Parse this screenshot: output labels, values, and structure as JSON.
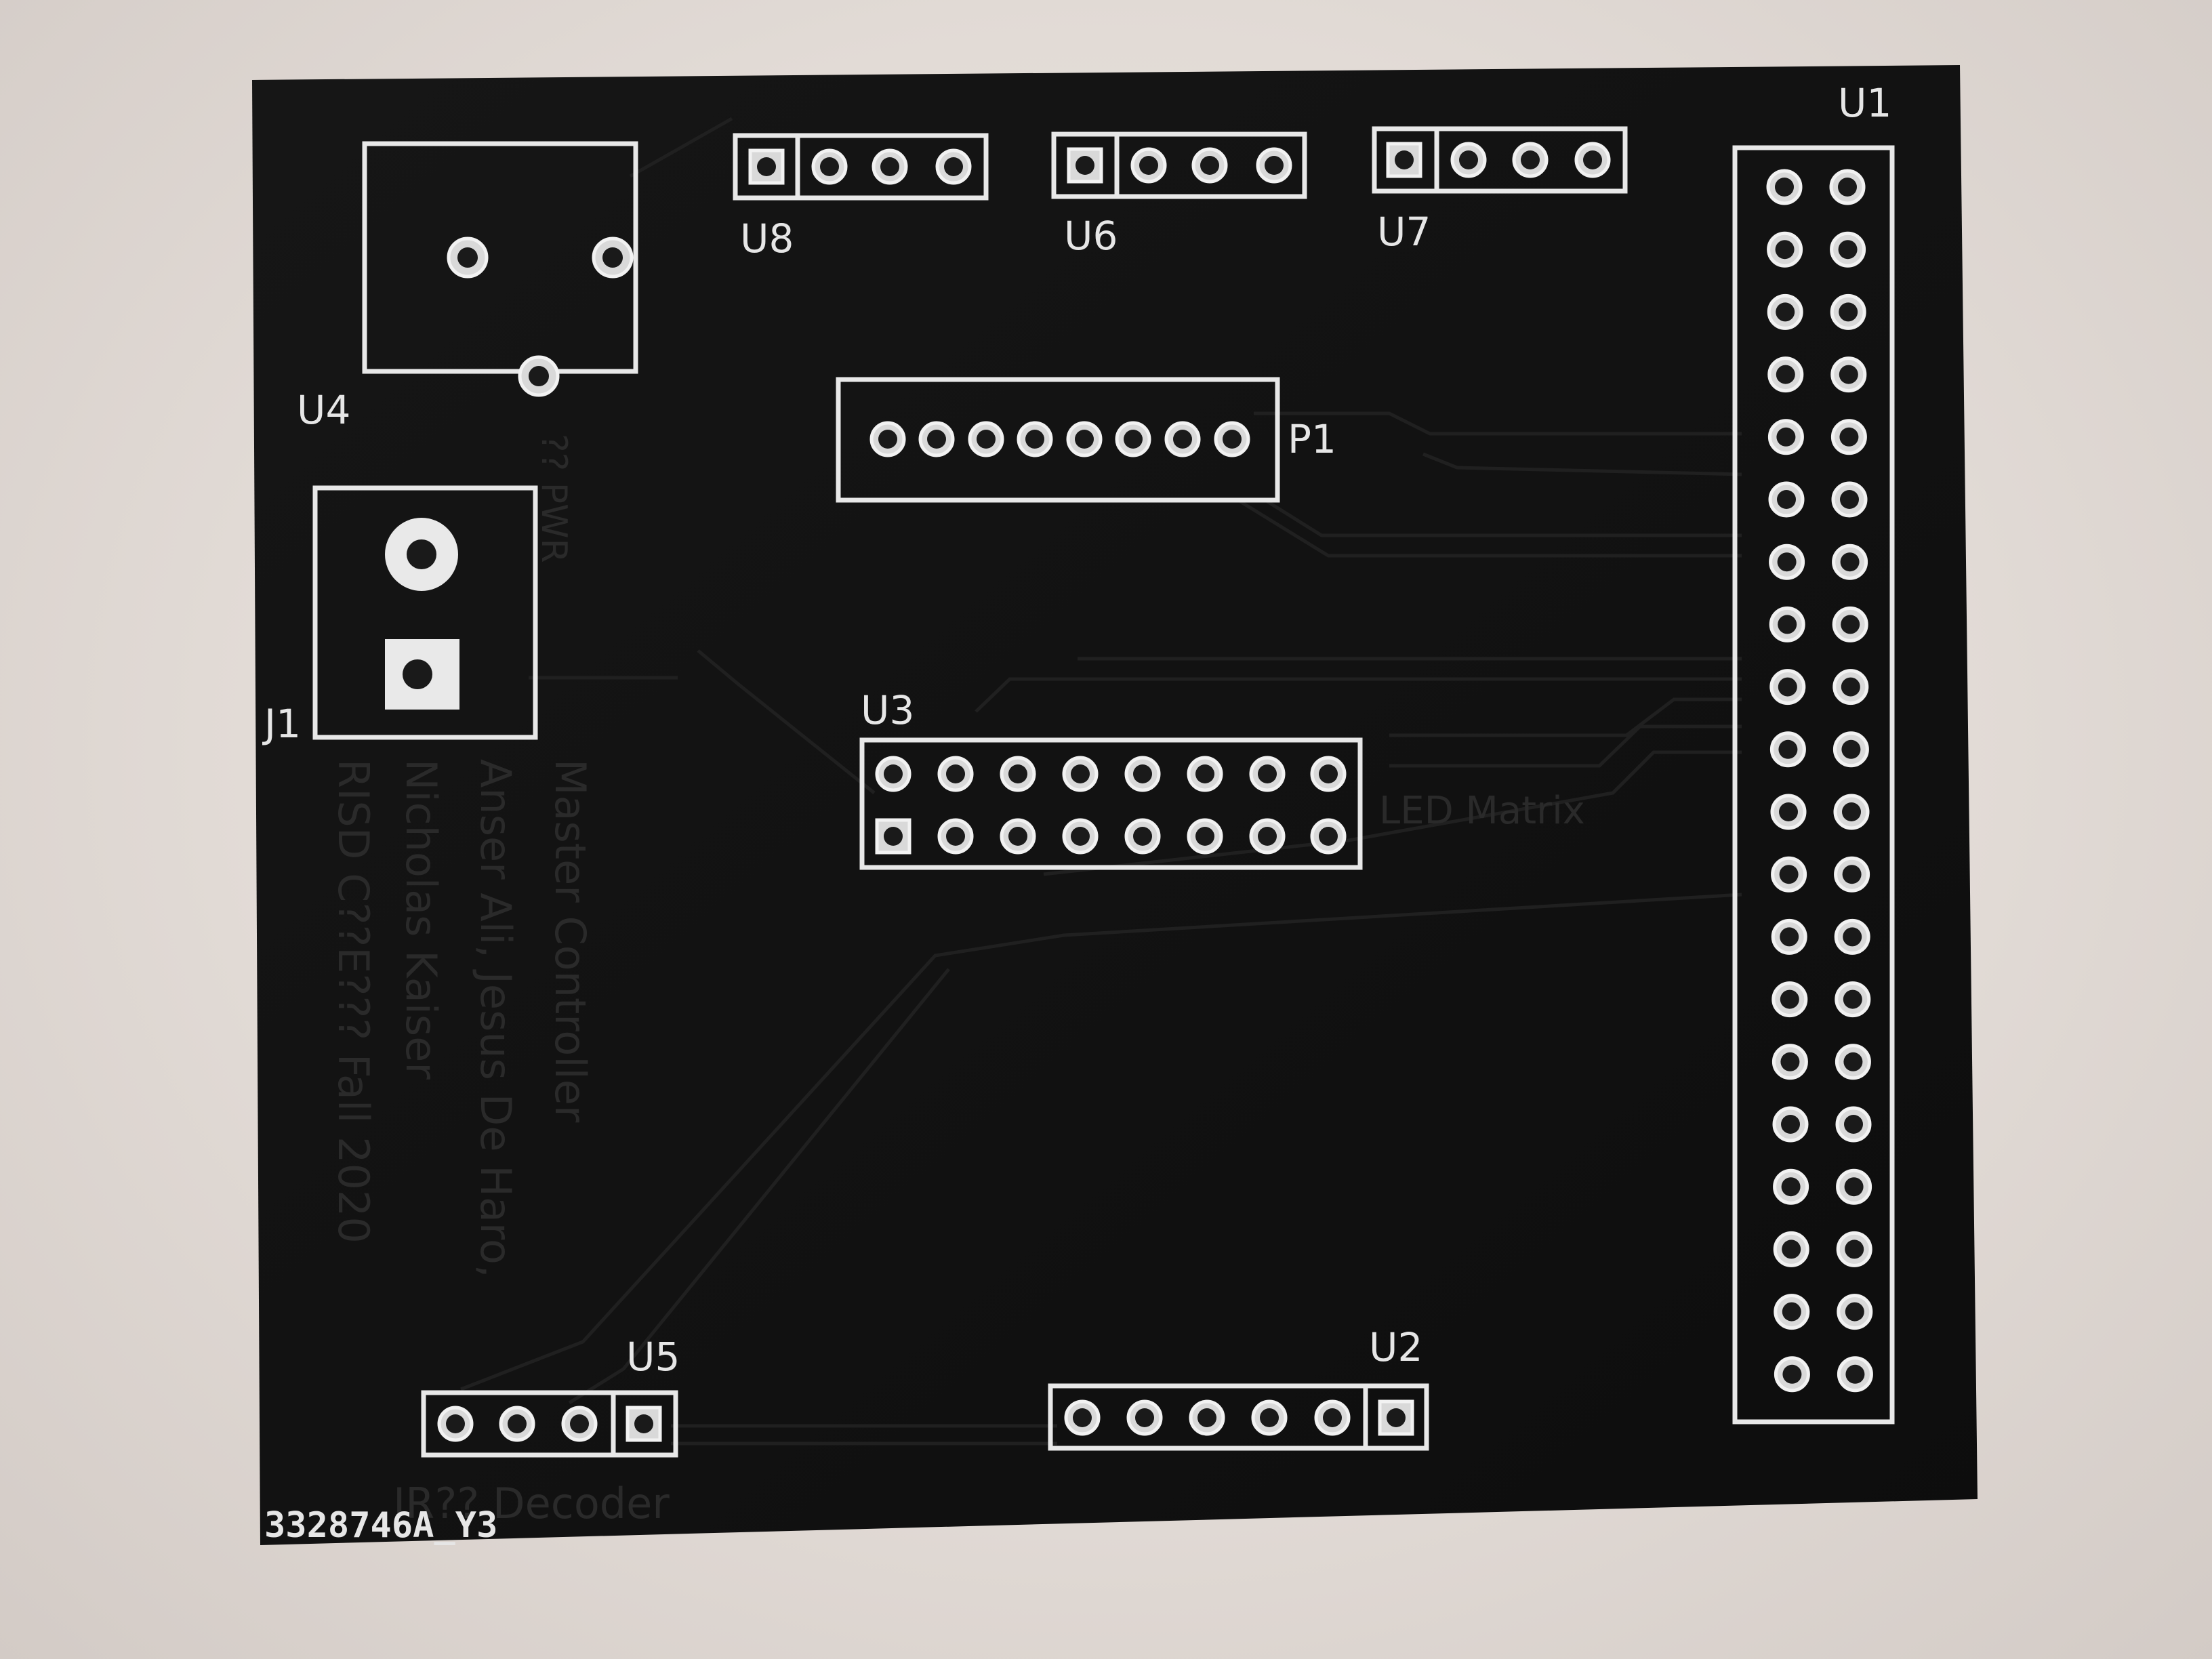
{
  "board": {
    "serial": "3328746A_Y3",
    "colors": {
      "solder_mask": "#121212",
      "silkscreen": "#e8e8e8",
      "background": "#e6dfda"
    }
  },
  "labels": {
    "u1": "U1",
    "u2": "U2",
    "u3": "U3",
    "u4": "U4",
    "u5": "U5",
    "u6": "U6",
    "u7": "U7",
    "u8": "U8",
    "p1": "P1",
    "j1": "J1"
  },
  "faint": {
    "led_matrix": "LED Matrix",
    "decoder": "IR?? Decoder",
    "pwr": "?? PWR",
    "credits": [
      "Master Controller",
      "Anser Ali, Jesus De Haro,",
      "Nicholas Kaiser",
      "RISD C??E??? Fall 2020"
    ]
  }
}
